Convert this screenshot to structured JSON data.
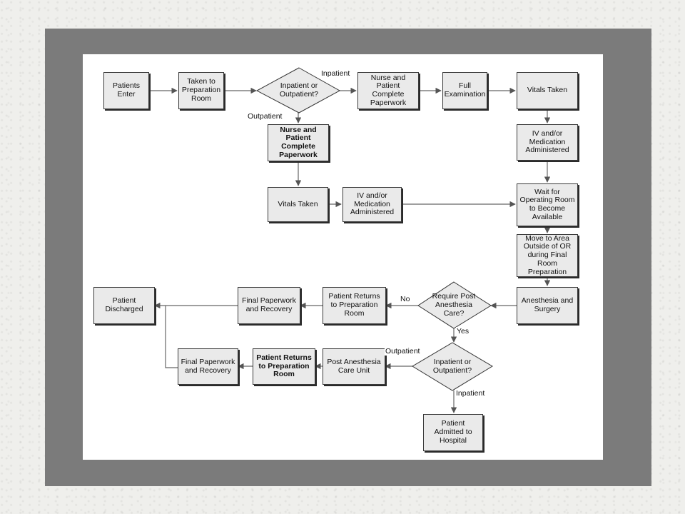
{
  "nodes": {
    "patients_enter": "Patients Enter",
    "taken_to_prep": "Taken to Preparation Room",
    "inpatient_or_outpatient_1": "Inpatient or Outpatient?",
    "nurse_patient_paperwork_in": "Nurse and Patient Complete Paperwork",
    "full_examination": "Full Examination",
    "vitals_taken_in": "Vitals Taken",
    "iv_medication_in": "IV and/or Medication Administered",
    "nurse_patient_paperwork_out": "Nurse and Patient Complete Paperwork",
    "vitals_taken_out": "Vitals Taken",
    "iv_medication_out": "IV and/or Medication Administered",
    "wait_for_or": "Wait for Operating Room to Become Available",
    "move_outside_or": "Move to Area Outside of OR during Final Room Preparation",
    "anesthesia_surgery": "Anesthesia and Surgery",
    "require_post_anesthesia": "Require Post Anesthesia Care?",
    "patient_returns_prep_1": "Patient Returns to Preparation Room",
    "final_paperwork_1": "Final Paperwork and Recovery",
    "patient_discharged": "Patient Discharged",
    "inpatient_or_outpatient_2": "Inpatient or Outpatient?",
    "post_anesthesia_care_unit": "Post Anesthesia Care Unit",
    "patient_returns_prep_2": "Patient Returns to Preparation Room",
    "final_paperwork_2": "Final Paperwork and Recovery",
    "patient_admitted": "Patient Admitted to Hospital"
  },
  "edge_labels": {
    "inpatient_1": "Inpatient",
    "outpatient_1": "Outpatient",
    "no": "No",
    "yes": "Yes",
    "outpatient_2": "Outpatient",
    "inpatient_2": "Inpatient"
  }
}
